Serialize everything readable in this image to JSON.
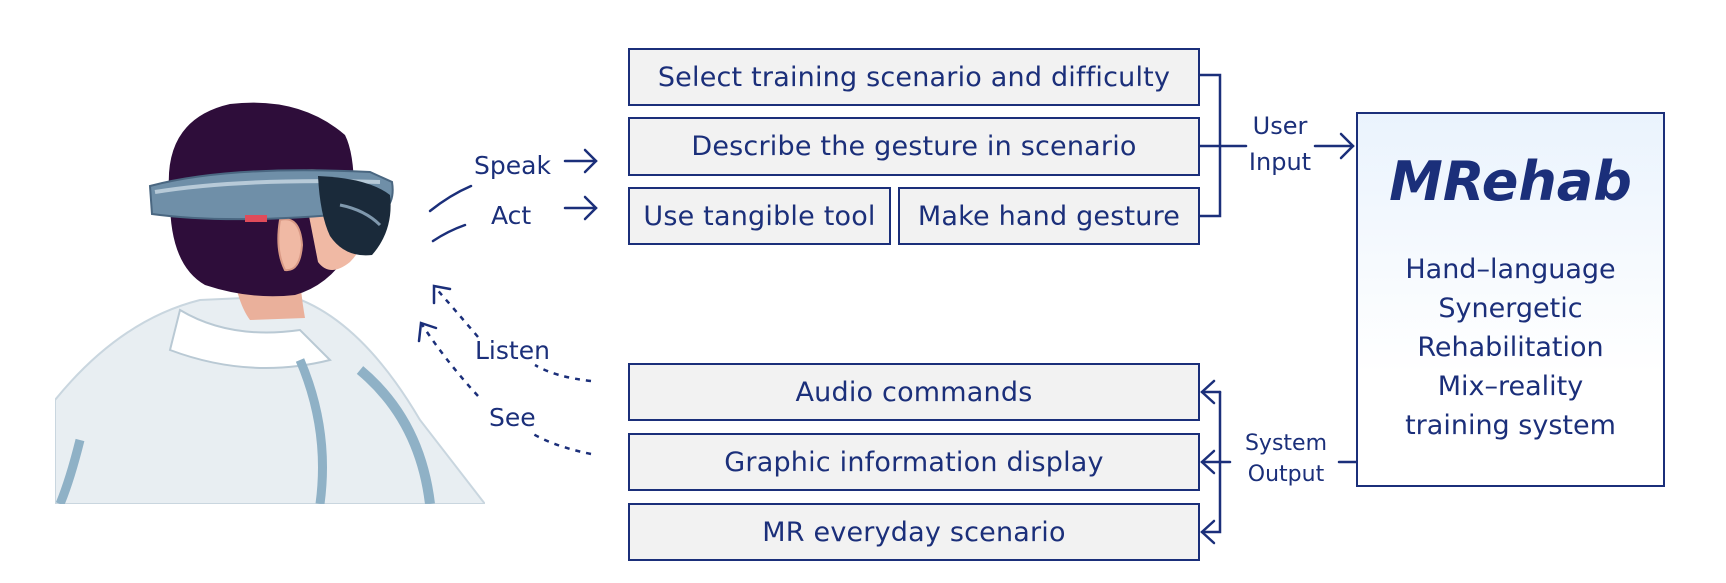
{
  "colors": {
    "navy": "#1b2f7a",
    "box_fill": "#f2f2f2",
    "hair": "#2e0d3a",
    "skin": "#f0b9a4",
    "shirt": "#e8eef2",
    "headset": "#6f8fa8"
  },
  "input_boxes": [
    "Select training scenario and difficulty",
    "Describe the gesture in scenario",
    "Use tangible tool",
    "Make hand gesture"
  ],
  "output_boxes": [
    "Audio commands",
    "Graphic information display",
    "MR everyday scenario"
  ],
  "actions": {
    "speak": "Speak",
    "act": "Act",
    "listen": "Listen",
    "see": "See"
  },
  "user_input": [
    "User",
    "Input"
  ],
  "system_output": [
    "System",
    "Output"
  ],
  "system": {
    "title": "MRehab",
    "description": [
      "Hand–language",
      "Synergetic",
      "Rehabilitation",
      "Mix–reality",
      "training system"
    ]
  },
  "icons": [
    "user-with-headset-illustration"
  ]
}
